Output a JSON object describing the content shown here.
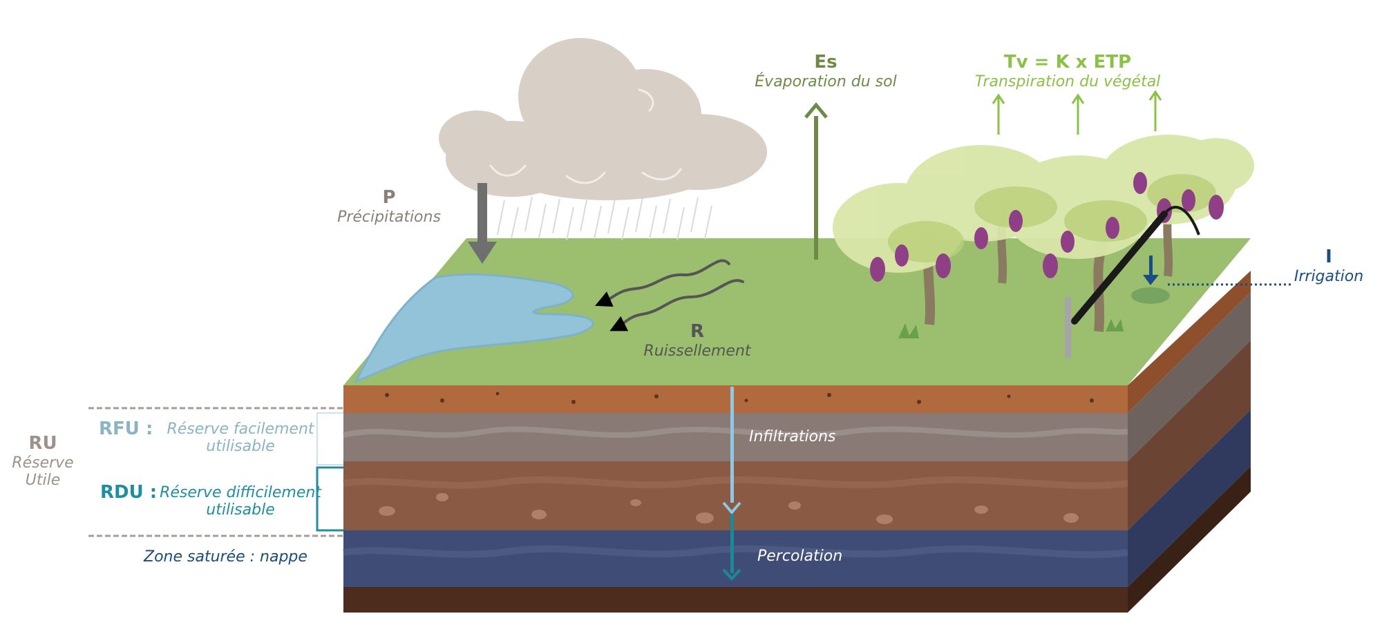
{
  "precipitation": {
    "symbol": "P",
    "label": "Précipitations"
  },
  "evaporation": {
    "symbol": "Es",
    "label": "Évaporation du sol"
  },
  "transpiration": {
    "symbol": "Tv = K x ETP",
    "label": "Transpiration du végétal"
  },
  "irrigation": {
    "symbol": "I",
    "label": "Irrigation"
  },
  "runoff": {
    "symbol": "R",
    "label": "Ruissellement"
  },
  "infiltration": {
    "label": "Infiltrations"
  },
  "percolation": {
    "label": "Percolation"
  },
  "reserve": {
    "ru": {
      "symbol": "RU",
      "line1": "Réserve",
      "line2": "Utile"
    },
    "rfu": {
      "symbol": "RFU :",
      "line1": "Réserve facilement",
      "line2": "utilisable"
    },
    "rdu": {
      "symbol": "RDU :",
      "line1": "Réserve difficilement",
      "line2": "utilisable"
    },
    "saturated": "Zone saturée : nappe"
  },
  "colors": {
    "grass": "#9bbf6e",
    "topsoil": "#b06a3e",
    "rfu_layer": "#8a7a76",
    "rdu_layer": "#8a5a45",
    "aquifer": "#3f4d76",
    "bedrock": "#4d2c1e",
    "water": "#92c3d8",
    "cloud": "#d8cfc6",
    "precip_arrow": "#6f6f6f",
    "evap_green": "#6f8a47",
    "transp_green": "#8cc148",
    "irrigation_blue": "#1a4c85",
    "infiltration_blue": "#8fc8e6",
    "percolation_teal": "#1a8a99",
    "rfu_text": "#8ab4c4",
    "rdu_text": "#1e8ea0",
    "ru_text": "#9c918b",
    "nappe_text": "#1a4c7a"
  }
}
